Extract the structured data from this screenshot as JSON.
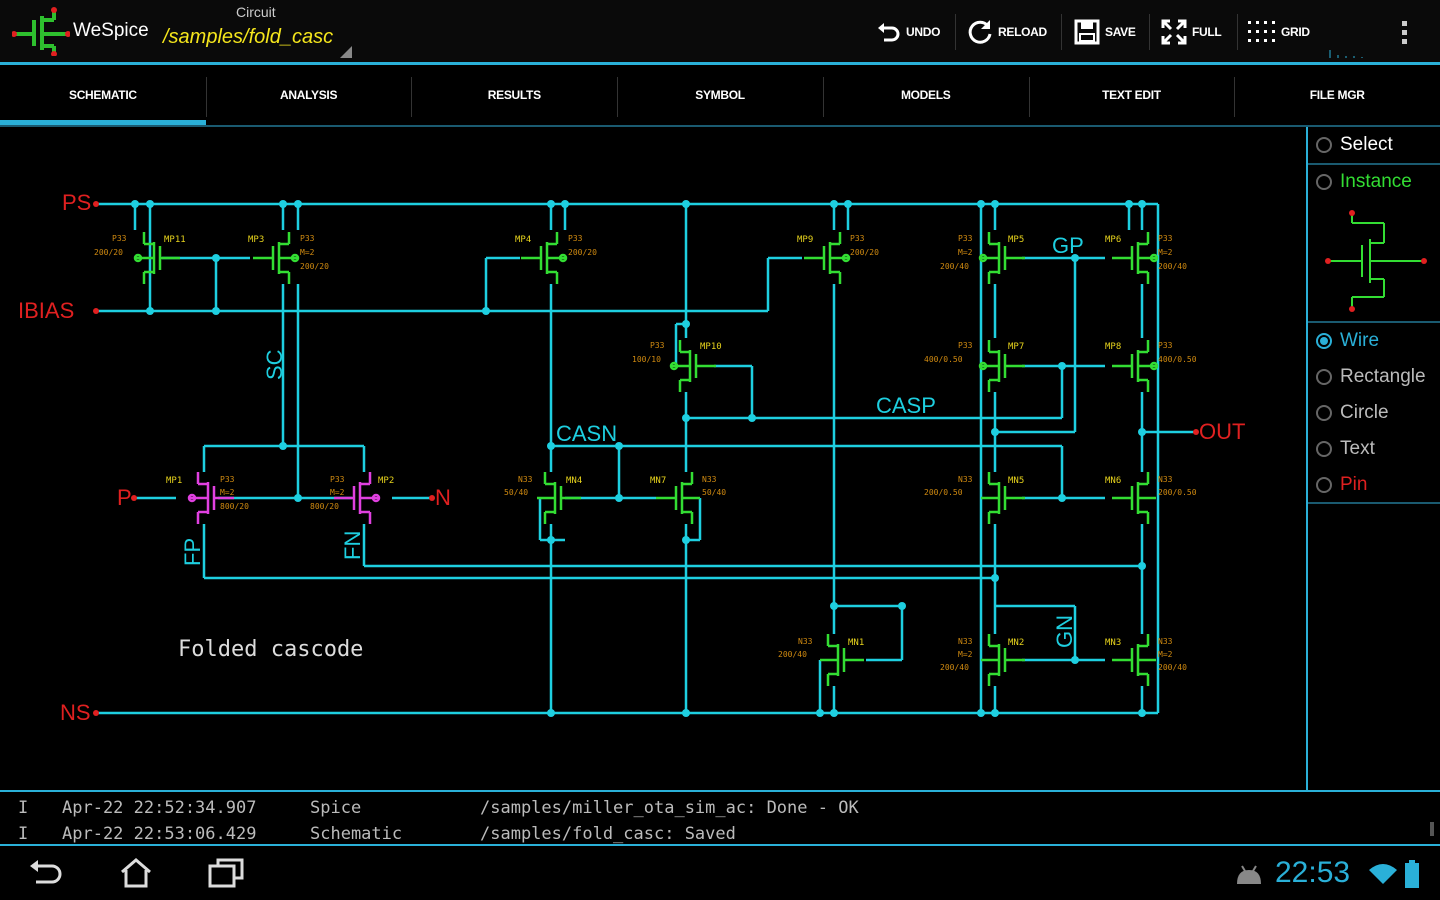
{
  "app": {
    "name": "WeSpice",
    "circuit_caption": "Circuit",
    "circuit_path": "/samples/fold_casc"
  },
  "toolbar": {
    "undo": "UNDO",
    "reload": "RELOAD",
    "save": "SAVE",
    "full": "FULL",
    "grid": "GRID"
  },
  "tabs": [
    {
      "label": "SCHEMATIC",
      "active": true
    },
    {
      "label": "ANALYSIS"
    },
    {
      "label": "RESULTS"
    },
    {
      "label": "SYMBOL"
    },
    {
      "label": "MODELS"
    },
    {
      "label": "TEXT EDIT"
    },
    {
      "label": "FILE MGR"
    }
  ],
  "tools": {
    "select": "Select",
    "instance": "Instance",
    "wire": "Wire",
    "rectangle": "Rectangle",
    "circle": "Circle",
    "text": "Text",
    "pin": "Pin",
    "selected": "Wire"
  },
  "schematic": {
    "title": "Folded cascode",
    "pins": {
      "ps": "PS",
      "ibias": "IBIAS",
      "ns": "NS",
      "p": "P",
      "n": "N",
      "out": "OUT"
    },
    "nets": {
      "sc": "SC",
      "casn": "CASN",
      "casp": "CASP",
      "gp": "GP",
      "fp": "FP",
      "fn": "FN",
      "gn": "GN"
    },
    "devices": {
      "mp11": "MP11",
      "mp3": "MP3",
      "mp4": "MP4",
      "mp9": "MP9",
      "mp5": "MP5",
      "mp6": "MP6",
      "mp10": "MP10",
      "mp7": "MP7",
      "mp8": "MP8",
      "mp1": "MP1",
      "mp2": "MP2",
      "mn4": "MN4",
      "mn7": "MN7",
      "mn5": "MN5",
      "mn6": "MN6",
      "mn1": "MN1",
      "mn2": "MN2",
      "mn3": "MN3"
    },
    "params": {
      "mp11": [
        "P33",
        "200/20"
      ],
      "mp3": [
        "P33",
        "M=2",
        "200/20"
      ],
      "mp4": [
        "P33",
        "200/20"
      ],
      "mp9": [
        "P33",
        "200/20"
      ],
      "mp5": [
        "P33",
        "M=2",
        "200/40"
      ],
      "mp6": [
        "P33",
        "M=2",
        "200/40"
      ],
      "mp10": [
        "P33",
        "100/10"
      ],
      "mp7": [
        "P33",
        "400/0.50"
      ],
      "mp8": [
        "P33",
        "400/0.50"
      ],
      "mp1": [
        "P33",
        "M=2",
        "800/20"
      ],
      "mp2": [
        "P33",
        "M=2",
        "800/20"
      ],
      "mn4": [
        "N33",
        "50/40"
      ],
      "mn7": [
        "N33",
        "50/40"
      ],
      "mn5": [
        "N33",
        "200/0.50"
      ],
      "mn6": [
        "N33",
        "200/0.50"
      ],
      "mn1": [
        "N33",
        "200/40"
      ],
      "mn2": [
        "N33",
        "M=2",
        "200/40"
      ],
      "mn3": [
        "N33",
        "M=2",
        "200/40"
      ]
    }
  },
  "log": [
    {
      "level": "I",
      "time": "Apr-22 22:52:34.907",
      "source": "Spice",
      "message": "/samples/miller_ota_sim_ac: Done - OK"
    },
    {
      "level": "I",
      "time": "Apr-22 22:53:06.429",
      "source": "Schematic",
      "message": "/samples/fold_casc: Saved"
    }
  ],
  "status": {
    "clock": "22:53"
  },
  "colors": {
    "wire": "#1ecfe0",
    "nmos_pmos": "#33dd33",
    "input_pair": "#e040e0",
    "pin": "#e02020",
    "param_text": "#d08a10",
    "accent": "#2ab0d8",
    "path": "#f5e61c"
  }
}
